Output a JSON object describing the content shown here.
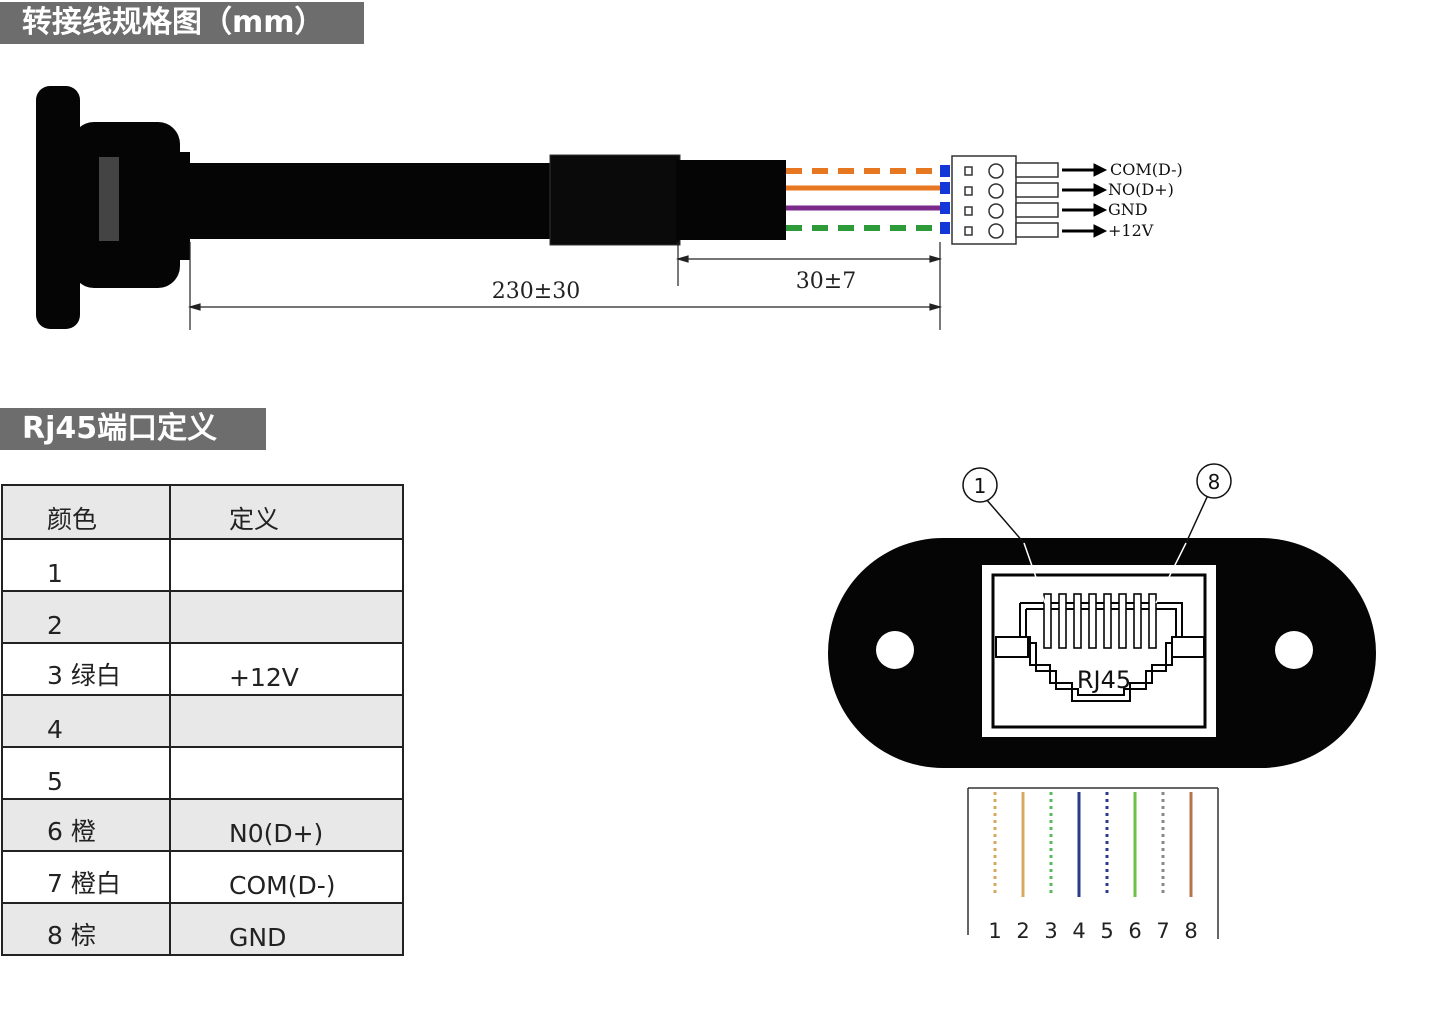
{
  "titles": {
    "cable_spec": "转接线规格图（mm）",
    "rj45_port": "Rj45端口定义"
  },
  "cable": {
    "dim_total": "230±30",
    "dim_strip": "30±7",
    "signals": [
      "COM(D-)",
      "NO(D+)",
      "GND",
      "+12V"
    ],
    "wire_colors": [
      "#e87722",
      "#e87722",
      "#7b2a8c",
      "#2e9b3a"
    ]
  },
  "table": {
    "headers": [
      "颜色",
      "定义"
    ],
    "rows": [
      {
        "color": "1",
        "def": ""
      },
      {
        "color": "2",
        "def": ""
      },
      {
        "color": "3 绿白",
        "def": "+12V"
      },
      {
        "color": "4",
        "def": ""
      },
      {
        "color": "5",
        "def": ""
      },
      {
        "color": "6 橙",
        "def": "N0(D+)"
      },
      {
        "color": "7 橙白",
        "def": "COM(D-)"
      },
      {
        "color": "8 棕",
        "def": "GND"
      }
    ]
  },
  "rj45": {
    "label": "RJ45",
    "callout_first": "1",
    "callout_last": "8",
    "pin_numbers": [
      "1",
      "2",
      "3",
      "4",
      "5",
      "6",
      "7",
      "8"
    ],
    "pin_wire_colors": [
      "#d9a860",
      "#d9a860",
      "#5cb85c",
      "#2b3a8f",
      "#2b3a8f",
      "#6fbf4a",
      "#8a8a8a",
      "#b5744a"
    ],
    "pin_wire_dashed": [
      true,
      false,
      true,
      false,
      true,
      false,
      true,
      false
    ]
  }
}
